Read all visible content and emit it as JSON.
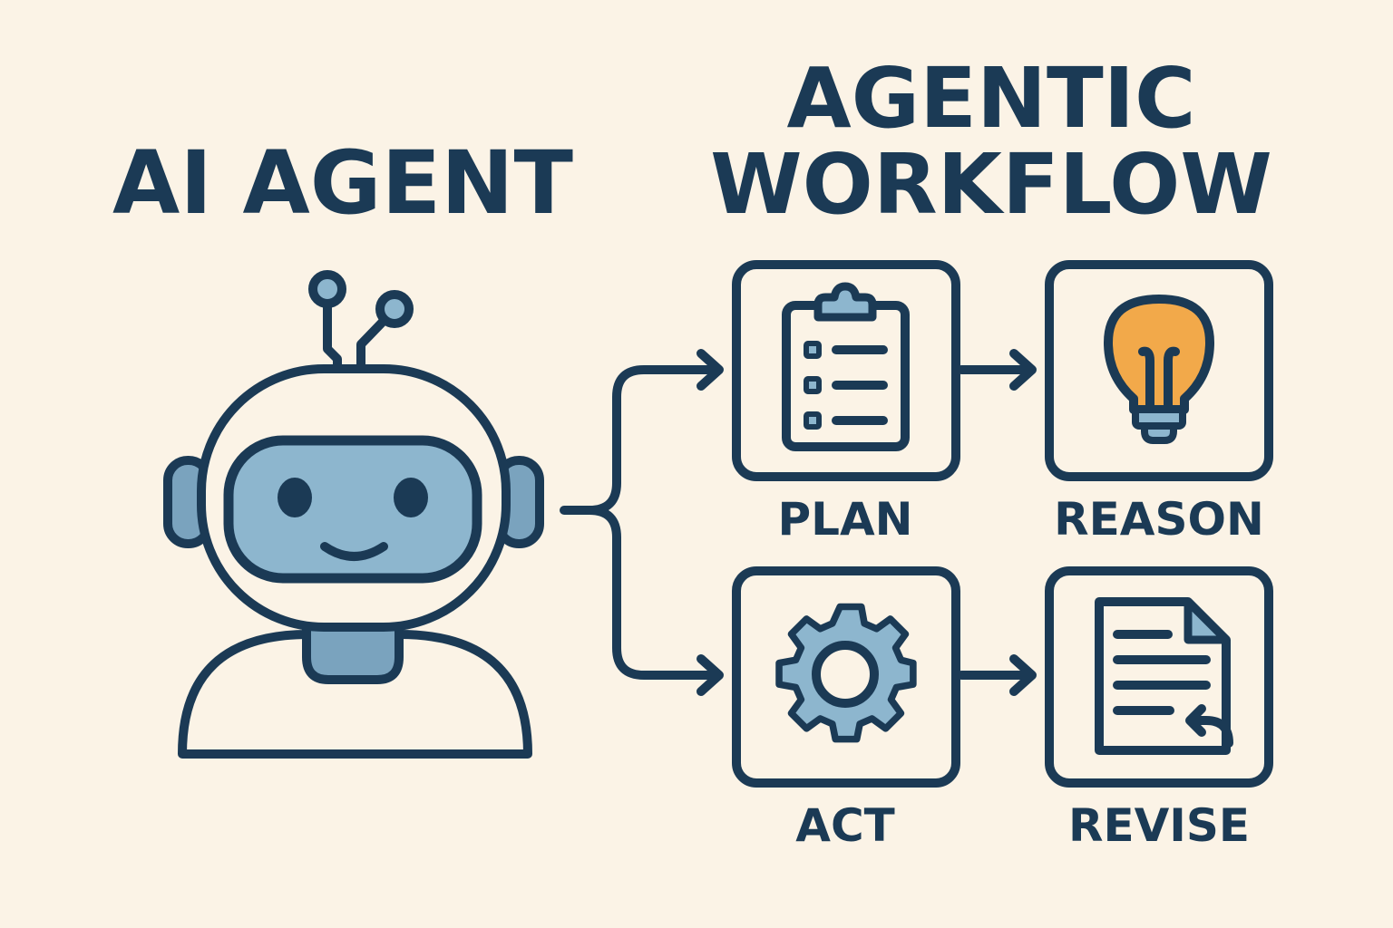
{
  "left_title": "AI AGENT",
  "right_title": {
    "line1": "AGENTIC",
    "line2": "WORKFLOW"
  },
  "steps": [
    {
      "label": "PLAN",
      "icon": "clipboard-checklist-icon"
    },
    {
      "label": "REASON",
      "icon": "lightbulb-icon"
    },
    {
      "label": "ACT",
      "icon": "gear-icon"
    },
    {
      "label": "REVISE",
      "icon": "document-revise-icon"
    }
  ],
  "colors": {
    "background": "#FBF3E6",
    "ink": "#1B3A55",
    "light_blue": "#8DB6CE",
    "mid_blue": "#7AA3BE",
    "orange": "#F2A94A"
  }
}
